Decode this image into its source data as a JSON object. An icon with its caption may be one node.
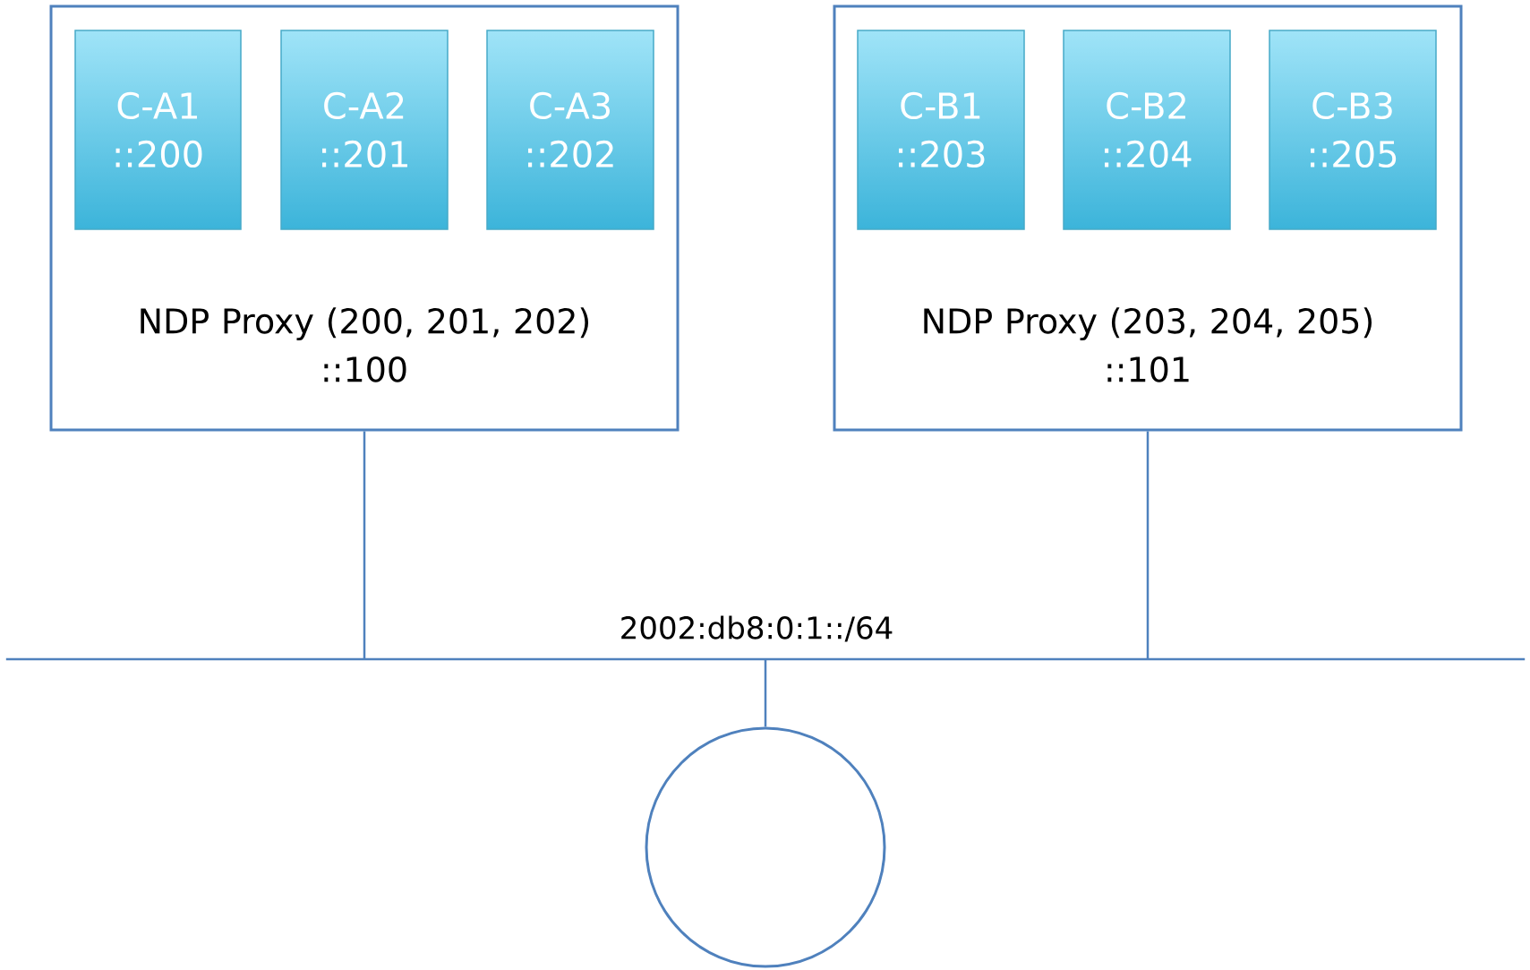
{
  "diagram": {
    "nodes": [
      {
        "text": [
          "NDP Proxy (200, 201, 202) ::100"
        ]
      },
      {
        "text": [
          "C-A1 ::200"
        ],
        "in": 0
      },
      {
        "text": [
          "C-A2 ::201"
        ],
        "in": 0
      },
      {
        "text": [
          "C-A3 ::202"
        ],
        "in": 0
      },
      {
        "text": [
          "NDP Proxy (203, 204, 205) ::101"
        ]
      },
      {
        "text": [
          "C-B1 ::203"
        ],
        "in": 4
      },
      {
        "text": [
          "C-B2 ::204"
        ],
        "in": 4
      },
      {
        "text": [
          "C-B3 ::205"
        ],
        "in": 4
      },
      {
        "text": [
          "2002:db8:0:1::/64"
        ]
      },
      {
        "text": [],
        "shape": "circle"
      }
    ],
    "edges": [
      {
        "from": 0,
        "to": 8,
        "arrow": "none"
      },
      {
        "from": 4,
        "to": 8,
        "arrow": "none"
      },
      {
        "from": 8,
        "to": 9,
        "arrow": "none"
      }
    ]
  }
}
